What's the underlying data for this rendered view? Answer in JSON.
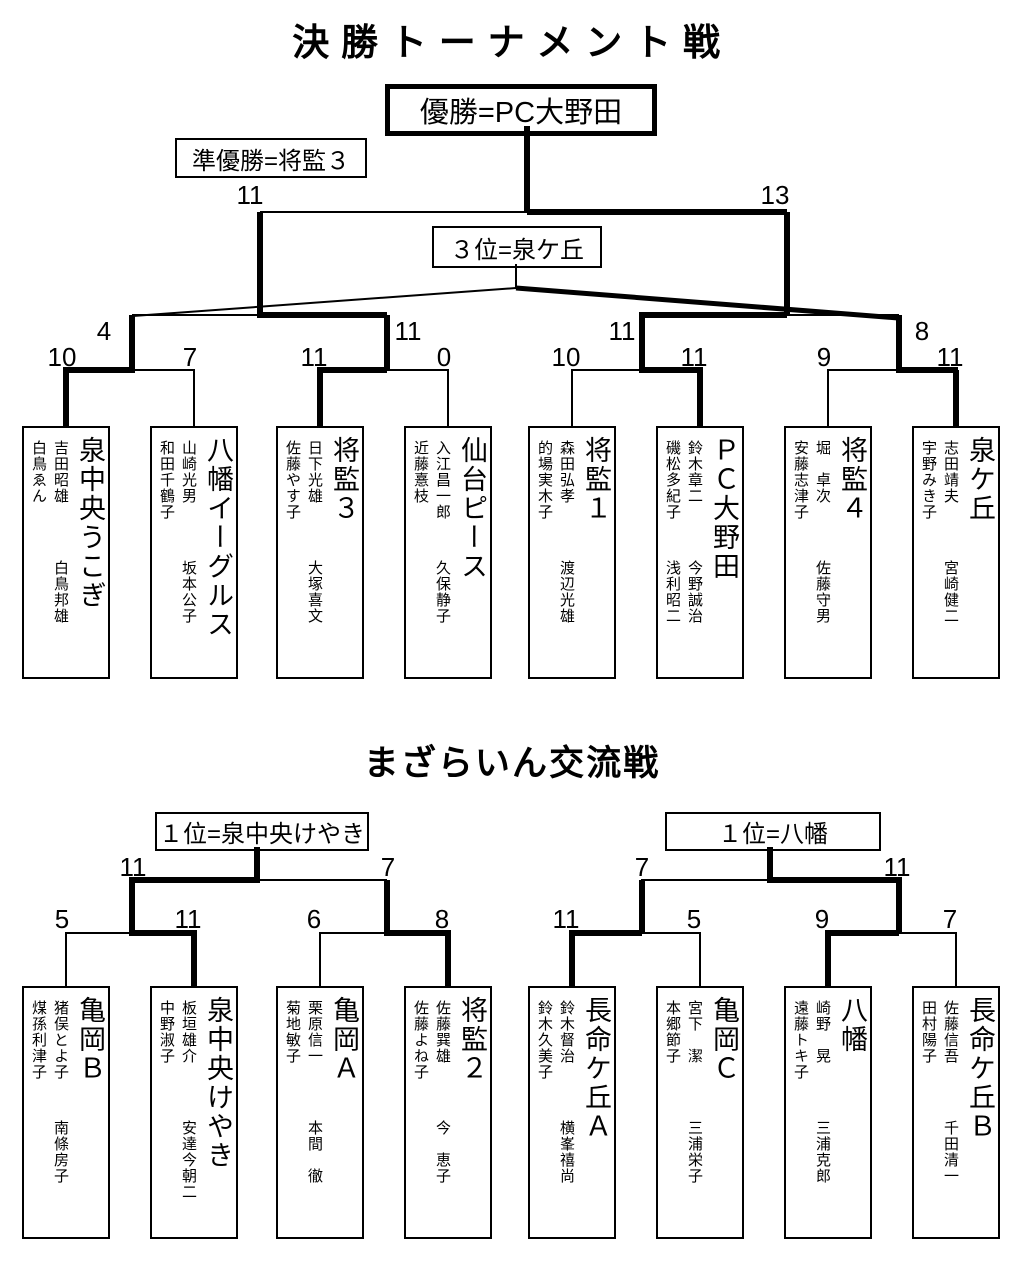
{
  "colors": {
    "line": "#000000",
    "background": "#ffffff"
  },
  "final_tournament": {
    "title": "決勝トーナメント戦",
    "champion_label": "優勝=PC大野田",
    "runner_up_label": "準優勝=将監３",
    "third_place_label": "３位=泉ケ丘",
    "final": {
      "left_score": "11",
      "right_score": "13"
    },
    "semifinals": [
      {
        "left_score": "4",
        "right_score": "11"
      },
      {
        "left_score": "11",
        "right_score": "8"
      }
    ],
    "quarterfinals": [
      {
        "left_score": "10",
        "right_score": "7"
      },
      {
        "left_score": "11",
        "right_score": "0"
      },
      {
        "left_score": "10",
        "right_score": "11"
      },
      {
        "left_score": "9",
        "right_score": "11"
      }
    ],
    "teams": [
      {
        "name": "泉中央うこぎ",
        "p1": "吉田昭雄",
        "p2": "白鳥邦雄",
        "p3": "白鳥ゑん",
        "p4": ""
      },
      {
        "name": "八幡イーグルス",
        "p1": "山崎光男",
        "p2": "坂本公子",
        "p3": "和田千鶴子",
        "p4": ""
      },
      {
        "name": "将監３",
        "p1": "日下光雄",
        "p2": "大塚喜文",
        "p3": "佐藤やす子",
        "p4": ""
      },
      {
        "name": "仙台ピース",
        "p1": "入江昌一郎",
        "p2": "久保静子",
        "p3": "近藤憙枝",
        "p4": ""
      },
      {
        "name": "将監１",
        "p1": "森田弘孝",
        "p2": "渡辺光雄",
        "p3": "的場実木子",
        "p4": ""
      },
      {
        "name": "ＰＣ大野田",
        "p1": "鈴木章二",
        "p2": "今野誠治",
        "p3": "磯松多紀子",
        "p4": "浅利昭二"
      },
      {
        "name": "将監４",
        "p1": "堀　卓次",
        "p2": "佐藤守男",
        "p3": "安藤志津子",
        "p4": ""
      },
      {
        "name": "泉ケ丘",
        "p1": "志田靖夫",
        "p2": "宮崎健二",
        "p3": "宇野みき子",
        "p4": ""
      }
    ]
  },
  "exchange_tournament": {
    "title": "まざらいん交流戦",
    "left_winner_label": "１位=泉中央けやき",
    "right_winner_label": "１位=八幡",
    "finals": [
      {
        "left_score": "11",
        "right_score": "7"
      },
      {
        "left_score": "7",
        "right_score": "11"
      }
    ],
    "round1": [
      {
        "left_score": "5",
        "right_score": "11"
      },
      {
        "left_score": "6",
        "right_score": "8"
      },
      {
        "left_score": "11",
        "right_score": "5"
      },
      {
        "left_score": "9",
        "right_score": "7"
      }
    ],
    "teams": [
      {
        "name": "亀岡Ｂ",
        "p1": "猪俣とよ子",
        "p2": "南條房子",
        "p3": "煤孫利津子",
        "p4": ""
      },
      {
        "name": "泉中央けやき",
        "p1": "板垣雄介",
        "p2": "安達今朝二",
        "p3": "中野淑子",
        "p4": ""
      },
      {
        "name": "亀岡Ａ",
        "p1": "栗原信一",
        "p2": "本間　徹",
        "p3": "菊地敏子",
        "p4": ""
      },
      {
        "name": "将監２",
        "p1": "佐藤巽雄",
        "p2": "今　恵子",
        "p3": "佐藤よね子",
        "p4": ""
      },
      {
        "name": "長命ケ丘Ａ",
        "p1": "鈴木督治",
        "p2": "横峯禧尚",
        "p3": "鈴木久美子",
        "p4": ""
      },
      {
        "name": "亀岡Ｃ",
        "p1": "宮下　潔",
        "p2": "三浦栄子",
        "p3": "本郷節子",
        "p4": ""
      },
      {
        "name": "八幡",
        "p1": "崎野　晃",
        "p2": "三浦克郎",
        "p3": "遠藤トキ子",
        "p4": ""
      },
      {
        "name": "長命ケ丘Ｂ",
        "p1": "佐藤信吾",
        "p2": "千田清一",
        "p3": "田村陽子",
        "p4": ""
      }
    ]
  }
}
